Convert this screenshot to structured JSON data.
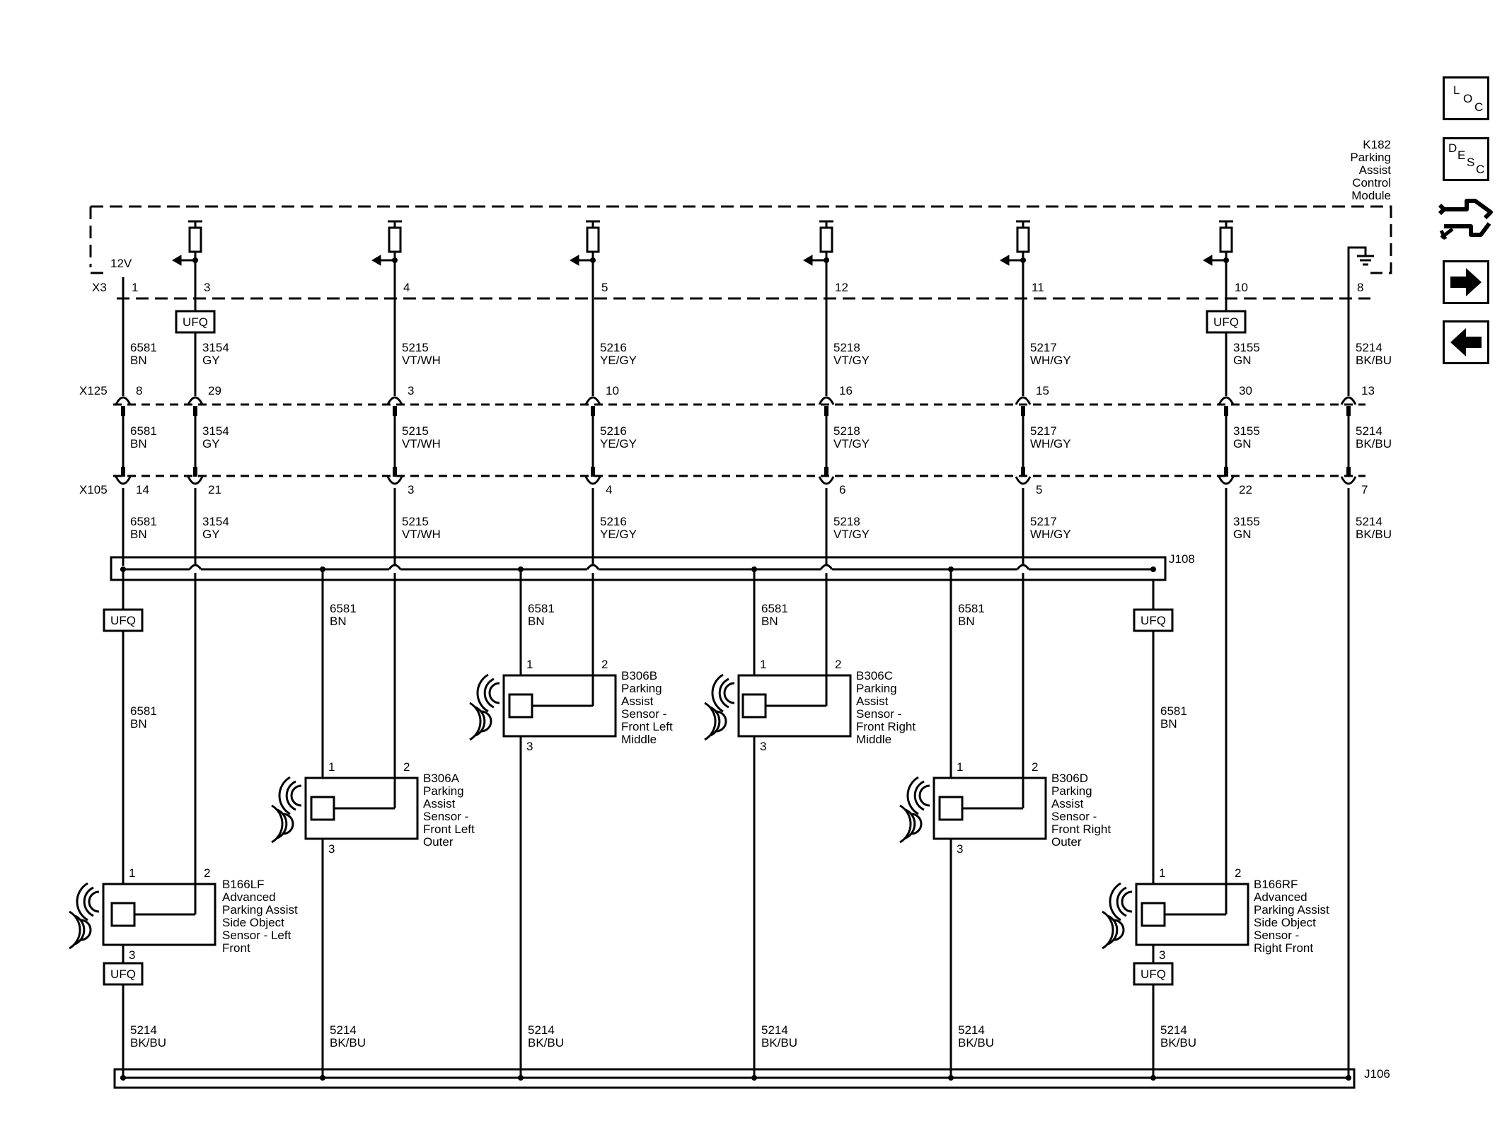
{
  "module": {
    "id": "K182",
    "name_lines": [
      "Parking",
      "Assist",
      "Control",
      "Module"
    ]
  },
  "supply_label": "12V",
  "connectors": {
    "x3": "X3",
    "x125": "X125",
    "x105": "X105",
    "j108": "J108",
    "j106": "J106"
  },
  "ufq_label": "UFQ",
  "circuits": [
    {
      "key": "c1",
      "x3_pin": "1",
      "x125_pin": "8",
      "x105_pin": "14",
      "circuit": "6581",
      "color": "BN"
    },
    {
      "key": "c2",
      "x3_pin": "3",
      "x125_pin": "29",
      "x105_pin": "21",
      "circuit": "3154",
      "color": "GY"
    },
    {
      "key": "c3",
      "x3_pin": "4",
      "x125_pin": "3",
      "x105_pin": "3",
      "circuit": "5215",
      "color": "VT/WH"
    },
    {
      "key": "c4",
      "x3_pin": "5",
      "x125_pin": "10",
      "x105_pin": "4",
      "circuit": "5216",
      "color": "YE/GY"
    },
    {
      "key": "c5",
      "x3_pin": "12",
      "x125_pin": "16",
      "x105_pin": "6",
      "circuit": "5218",
      "color": "VT/GY"
    },
    {
      "key": "c6",
      "x3_pin": "11",
      "x125_pin": "15",
      "x105_pin": "5",
      "circuit": "5217",
      "color": "WH/GY"
    },
    {
      "key": "c7",
      "x3_pin": "10",
      "x125_pin": "30",
      "x105_pin": "22",
      "circuit": "3155",
      "color": "GN"
    },
    {
      "key": "c8",
      "x3_pin": "8",
      "x125_pin": "13",
      "x105_pin": "7",
      "circuit": "5214",
      "color": "BK/BU"
    }
  ],
  "branch_circuit": {
    "circuit": "6581",
    "color": "BN"
  },
  "ground_circuit": {
    "circuit": "5214",
    "color": "BK/BU"
  },
  "sensors": [
    {
      "key": "b166lf",
      "id": "B166LF",
      "name_lines": [
        "Advanced",
        "Parking Assist",
        "Side Object",
        "Sensor - Left",
        "Front"
      ],
      "pin1": "1",
      "pin2": "2",
      "pin3": "3"
    },
    {
      "key": "b306a",
      "id": "B306A",
      "name_lines": [
        "Parking",
        "Assist",
        "Sensor -",
        "Front Left",
        "Outer"
      ],
      "pin1": "1",
      "pin2": "2",
      "pin3": "3"
    },
    {
      "key": "b306b",
      "id": "B306B",
      "name_lines": [
        "Parking",
        "Assist",
        "Sensor -",
        "Front Left",
        "Middle"
      ],
      "pin1": "1",
      "pin2": "2",
      "pin3": "3"
    },
    {
      "key": "b306c",
      "id": "B306C",
      "name_lines": [
        "Parking",
        "Assist",
        "Sensor -",
        "Front Right",
        "Middle"
      ],
      "pin1": "1",
      "pin2": "2",
      "pin3": "3"
    },
    {
      "key": "b306d",
      "id": "B306D",
      "name_lines": [
        "Parking",
        "Assist",
        "Sensor -",
        "Front Right",
        "Outer"
      ],
      "pin1": "1",
      "pin2": "2",
      "pin3": "3"
    },
    {
      "key": "b166rf",
      "id": "B166RF",
      "name_lines": [
        "Advanced",
        "Parking Assist",
        "Side Object",
        "Sensor -",
        "Right Front"
      ],
      "pin1": "1",
      "pin2": "2",
      "pin3": "3"
    }
  ],
  "nav": {
    "loc": {
      "letters": [
        "L",
        "O",
        "C"
      ],
      "icon": "location-icon"
    },
    "desc": {
      "letters": [
        "D",
        "E",
        "S",
        "C"
      ],
      "icon": "description-icon"
    },
    "tools": {
      "icon": "connector-wrench-icon"
    },
    "next": {
      "icon": "arrow-right-icon"
    },
    "prev": {
      "icon": "arrow-left-icon"
    }
  },
  "colors": {
    "line": "#000000",
    "background": "#ffffff"
  }
}
